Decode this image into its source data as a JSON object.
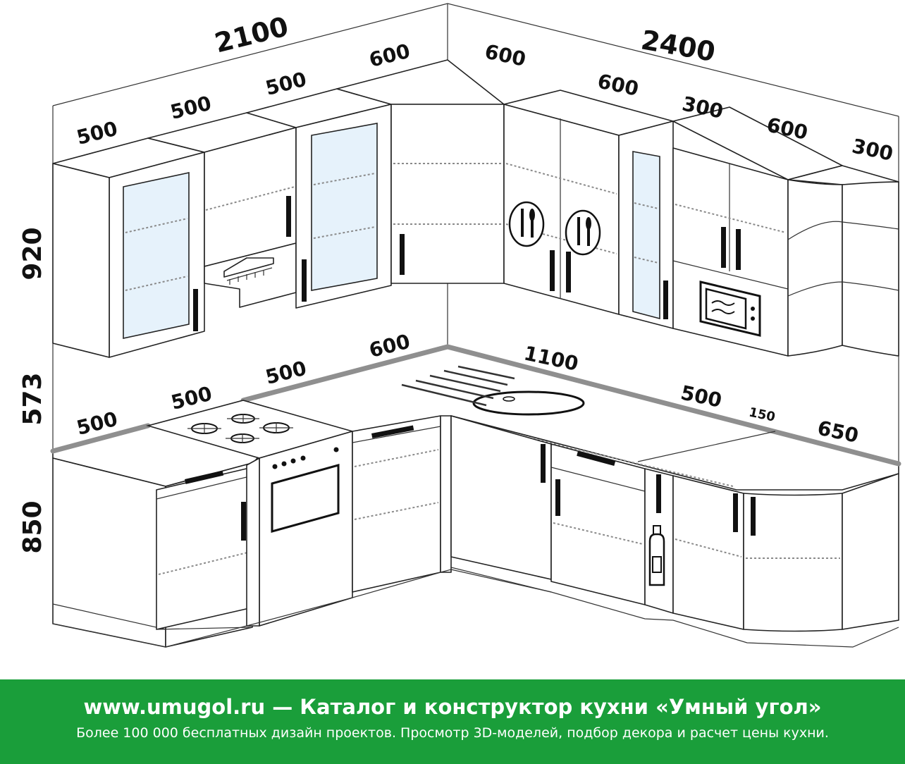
{
  "dimensions": {
    "wall_left_total": "2100",
    "wall_right_total": "2400",
    "upper_left": [
      "500",
      "500",
      "500",
      "600"
    ],
    "upper_right": [
      "600",
      "600",
      "300",
      "600",
      "300"
    ],
    "lower_left": [
      "500",
      "500",
      "500",
      "600"
    ],
    "lower_right": [
      "1100",
      "500",
      "150",
      "650"
    ],
    "height_upper": "920",
    "height_gap": "573",
    "height_lower": "850"
  },
  "icons": [
    "range-hood-icon",
    "cutlery-icon",
    "microwave-icon",
    "gas-hob-icon",
    "oven-icon",
    "sink-icon",
    "bottle-icon"
  ],
  "footer": {
    "title": "www.umugol.ru — Каталог и конструктор кухни «Умный угол»",
    "subtitle": "Более 100 000 бесплатных дизайн проектов. Просмотр 3D-моделей, подбор декора и расчет цены кухни."
  },
  "colors": {
    "footer_bg": "#1a9e3a",
    "footer_text": "#ffffff",
    "glass": "#e6f2fb"
  }
}
